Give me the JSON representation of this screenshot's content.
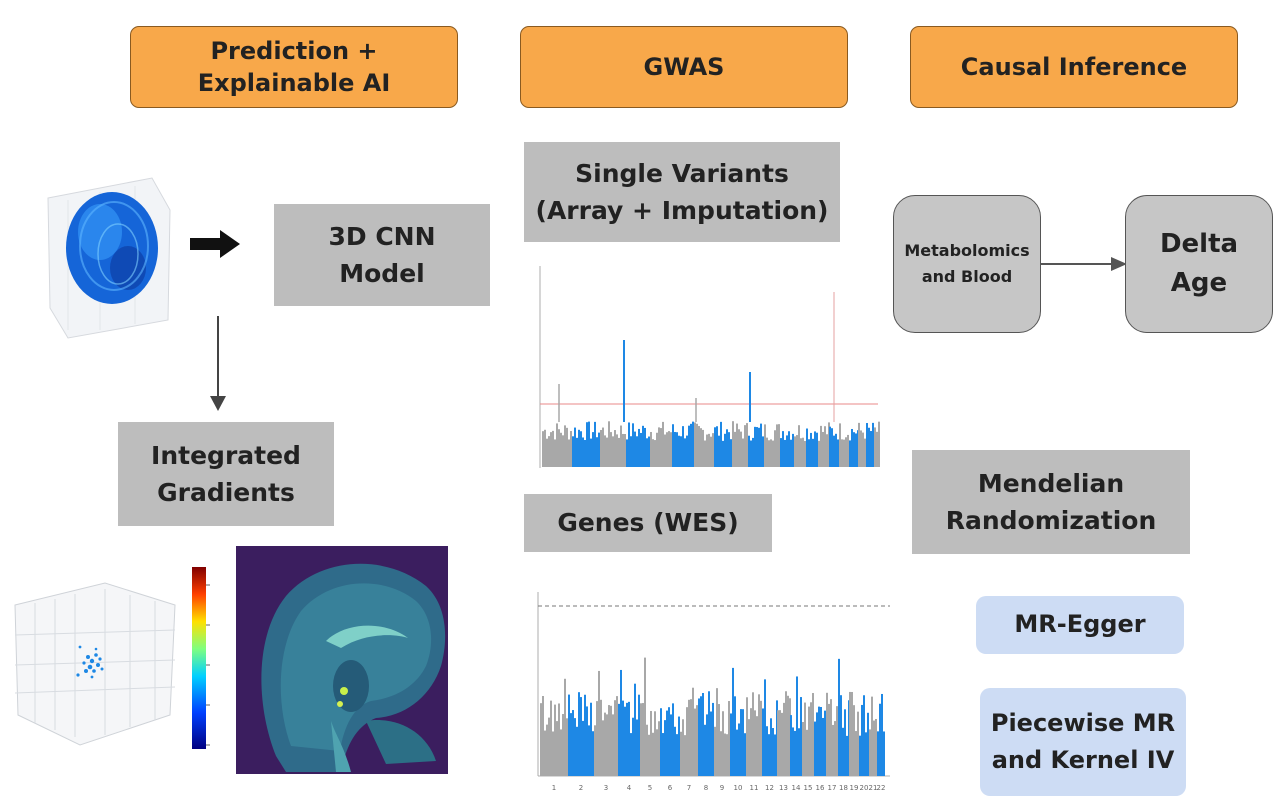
{
  "headers": {
    "prediction": "Prediction +\nExplainable AI",
    "gwas": "GWAS",
    "causal": "Causal Inference"
  },
  "prediction": {
    "cnn_box": "3D CNN\nModel",
    "ig_box": "Integrated\nGradients"
  },
  "gwas": {
    "single_variants": "Single Variants\n(Array + Imputation)",
    "genes": "Genes (WES)",
    "manhattan_top_chromosomes": [
      "1",
      "2",
      "3",
      "4",
      "5",
      "6",
      "7",
      "8",
      "9",
      "10",
      "11",
      "12",
      "13",
      "14",
      "15",
      "16",
      "17",
      "18",
      "19",
      "20",
      "21",
      "22"
    ]
  },
  "causal": {
    "metabolomics": "Metabolomics\nand Blood",
    "delta_age": "Delta\nAge",
    "mendelian": "Mendelian\nRandomization",
    "mr_egger": "MR-Egger",
    "piecewise": "Piecewise MR\nand Kernel IV"
  },
  "colors": {
    "orange_header": "#f8a84a",
    "gray_box": "#bdbdbd",
    "light_blue_box": "#cddcf4",
    "manhattan_blue": "#1e88e5",
    "manhattan_gray": "#a8a8a8",
    "brain_slice_bg": "#3b1e5f"
  }
}
